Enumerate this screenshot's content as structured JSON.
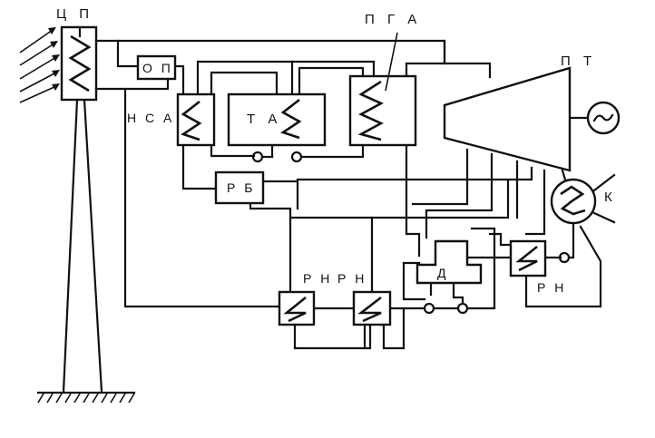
{
  "labels": {
    "cp": "Ц П",
    "op": "О П",
    "nsa": "Н С А",
    "ta": "Т А",
    "pga": "П Г А",
    "pt": "П Т",
    "k": "К",
    "rb": "Р Б",
    "rn1": "Р Н",
    "rn2": "Р Н",
    "rn3": "Р Н",
    "d": "Д"
  }
}
